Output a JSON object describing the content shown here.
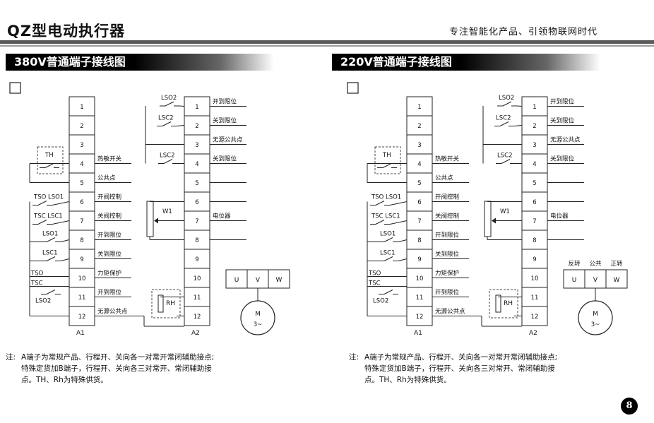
{
  "header": {
    "brand": "QZ型电动执行器",
    "slogan": "专注智能化产品、引领物联网时代"
  },
  "panels": [
    {
      "title": "380V普通端子接线图",
      "a1_terminals": [
        "1",
        "2",
        "3",
        "4",
        "5",
        "6",
        "7",
        "8",
        "9",
        "10",
        "11",
        "12"
      ],
      "a1_labels": {
        "4": "热敏开关",
        "5": "公共点",
        "6": "开阀控制",
        "7": "关阀控制",
        "8": "开到限位",
        "9": "关到限位",
        "10": "力矩保护",
        "11": "开到限位",
        "12": "无源公共点"
      },
      "a2_terminals": [
        "1",
        "2",
        "3",
        "4",
        "5",
        "6",
        "7",
        "8",
        "9",
        "10",
        "11",
        "12"
      ],
      "a2_labels": {
        "1": "开到限位",
        "2": "关到限位",
        "3": "无源公共点",
        "4": "关到限位",
        "7": "电位器"
      },
      "switches": {
        "th": "TH",
        "tso": "TSO",
        "lso1_top": "LSO1",
        "tsc": "TSC",
        "lsc1_top": "LSC1",
        "lso1": "LSO1",
        "lsc1": "LSC1",
        "tso_b": "TSO",
        "tsc_b": "TSC",
        "lso2_left": "LSO2",
        "lso2": "LSO2",
        "lsc2_a": "LSC2",
        "lsc2_b": "LSC2",
        "w1": "W1",
        "rh": "RH"
      },
      "block_labels": {
        "a1": "A1",
        "a2": "A2"
      },
      "motor": {
        "u": "U",
        "v": "V",
        "w": "W",
        "m": "M",
        "phase": "3~"
      },
      "motor_direction_labels": null,
      "note": {
        "prefix": "注:",
        "lines": [
          "A端子为常规产品、行程开、关向各一对常开常闭辅助接点;",
          "特殊定货加B端子，行程开、关向各三对常开、常闭辅助接",
          "点。TH、Rh为特殊供货。"
        ]
      }
    },
    {
      "title": "220V普通端子接线图",
      "a1_terminals": [
        "1",
        "2",
        "3",
        "4",
        "5",
        "6",
        "7",
        "8",
        "9",
        "10",
        "11",
        "12"
      ],
      "a1_labels": {
        "4": "热敏开关",
        "5": "公共点",
        "6": "开阀控制",
        "7": "关阀控制",
        "8": "开到限位",
        "9": "关到限位",
        "10": "力矩保护",
        "11": "开到限位",
        "12": "无源公共点"
      },
      "a2_terminals": [
        "1",
        "2",
        "3",
        "4",
        "5",
        "6",
        "7",
        "8",
        "9",
        "10",
        "11",
        "12"
      ],
      "a2_labels": {
        "1": "开到限位",
        "2": "关到限位",
        "3": "无源公共点",
        "4": "关到限位",
        "7": "电位器"
      },
      "switches": {
        "th": "TH",
        "tso": "TSO",
        "lso1_top": "LSO1",
        "tsc": "TSC",
        "lsc1_top": "LSC1",
        "lso1": "LSO1",
        "lsc1": "LSC1",
        "tso_b": "TSO",
        "tsc_b": "TSC",
        "lso2_left": "LSO2",
        "lso2": "LSO2",
        "lsc2_a": "LSC2",
        "lsc2_b": "LSC2",
        "w1": "W1",
        "rh": "RH"
      },
      "block_labels": {
        "a1": "A1",
        "a2": "A2"
      },
      "motor": {
        "u": "U",
        "v": "V",
        "w": "W",
        "m": "M",
        "phase": "3~"
      },
      "motor_direction_labels": [
        "反转",
        "公共",
        "正转"
      ],
      "note": {
        "prefix": "注:",
        "lines": [
          "A端子为常规产品、行程开、关向各一对常开常闭辅助接点;",
          "特殊定货加B端子，行程开、关向各三对常开、常闭辅助接",
          "点。TH、Rh为特殊供货。"
        ]
      }
    }
  ],
  "page_number": "8"
}
